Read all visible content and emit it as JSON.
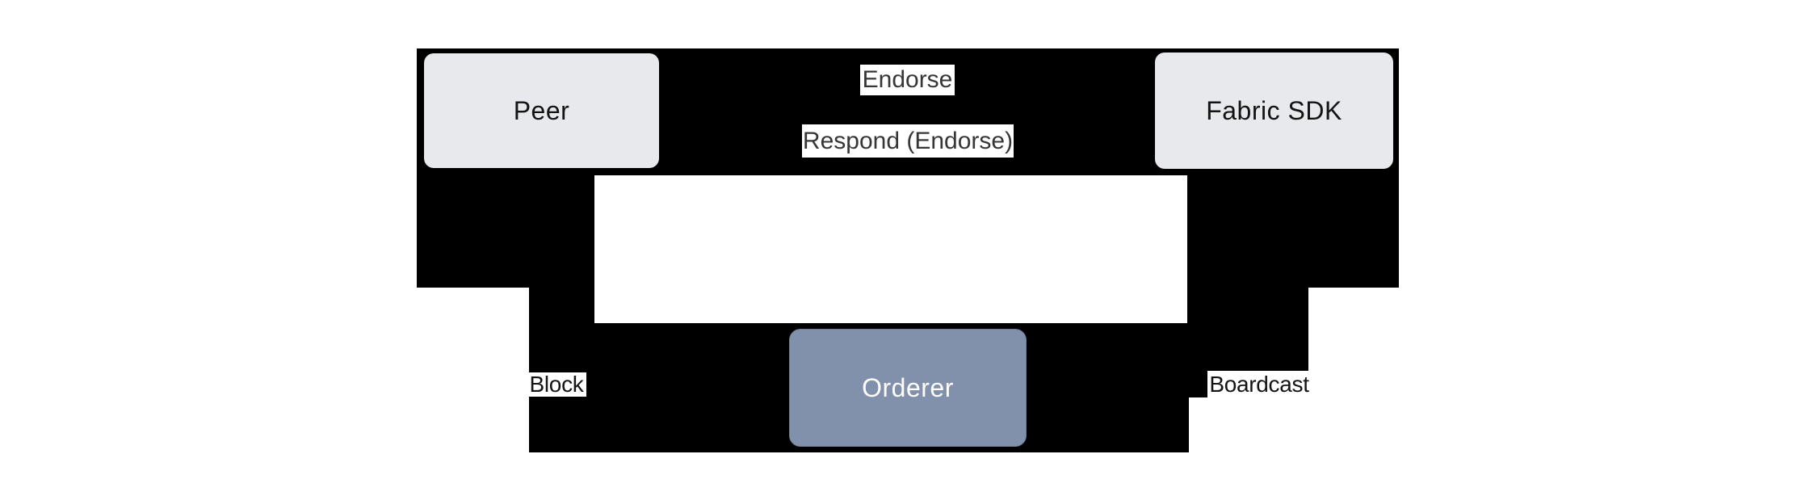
{
  "nodes": {
    "peer": {
      "label": "Peer"
    },
    "fabric_sdk": {
      "label": "Fabric SDK"
    },
    "orderer": {
      "label": "Orderer"
    }
  },
  "labels": {
    "endorse": "Endorse",
    "respond_endorse": "Respond (Endorse)",
    "block": "Block",
    "boardcast": "Boardcast"
  },
  "colors": {
    "background": "#ffffff",
    "connector": "#000000",
    "node_light_bg": "#e8e9ed",
    "node_accent_bg": "#8190ab",
    "node_text_dark": "#141414",
    "node_text_light": "#ffffff",
    "edge_label_bg": "#ffffff",
    "edge_label_text": "#363636"
  }
}
